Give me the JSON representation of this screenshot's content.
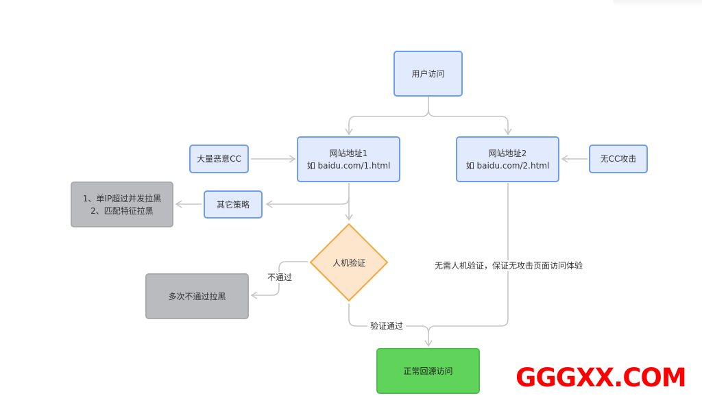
{
  "diagram": {
    "nodes": {
      "user_access": {
        "text": "用户访问"
      },
      "site1": {
        "line1": "网站地址1",
        "line2": "如 baidu.com/1.html"
      },
      "site2": {
        "line1": "网站地址2",
        "line2": "如 baidu.com/2.html"
      },
      "malicious_cc": {
        "text": "大量恶意CC"
      },
      "no_cc": {
        "text": "无CC攻击"
      },
      "other_strategy": {
        "text": "其它策略"
      },
      "blacklist_rules": {
        "line1": "1、单IP超过并发拉黑",
        "line2": "2、匹配特征拉黑"
      },
      "captcha": {
        "text": "人机验证"
      },
      "repeated_fail": {
        "text": "多次不通过拉黑"
      },
      "normal_origin": {
        "text": "正常回源访问"
      }
    },
    "edge_labels": {
      "fail": "不通过",
      "pass": "验证通过",
      "no_captcha": "无需人机验证，保证无攻击页面访问体验"
    },
    "colors": {
      "blue_fill": "#e2ebfd",
      "blue_border": "#6c9cf3",
      "gray_fill": "#b9bbbf",
      "green_fill": "#5fd35a",
      "diamond_fill": "#fde6cc",
      "diamond_border": "#f7a83a",
      "edge": "#c6c6c6"
    }
  },
  "watermark": {
    "text": "GGGXX.COM",
    "color": "#ff0000"
  }
}
